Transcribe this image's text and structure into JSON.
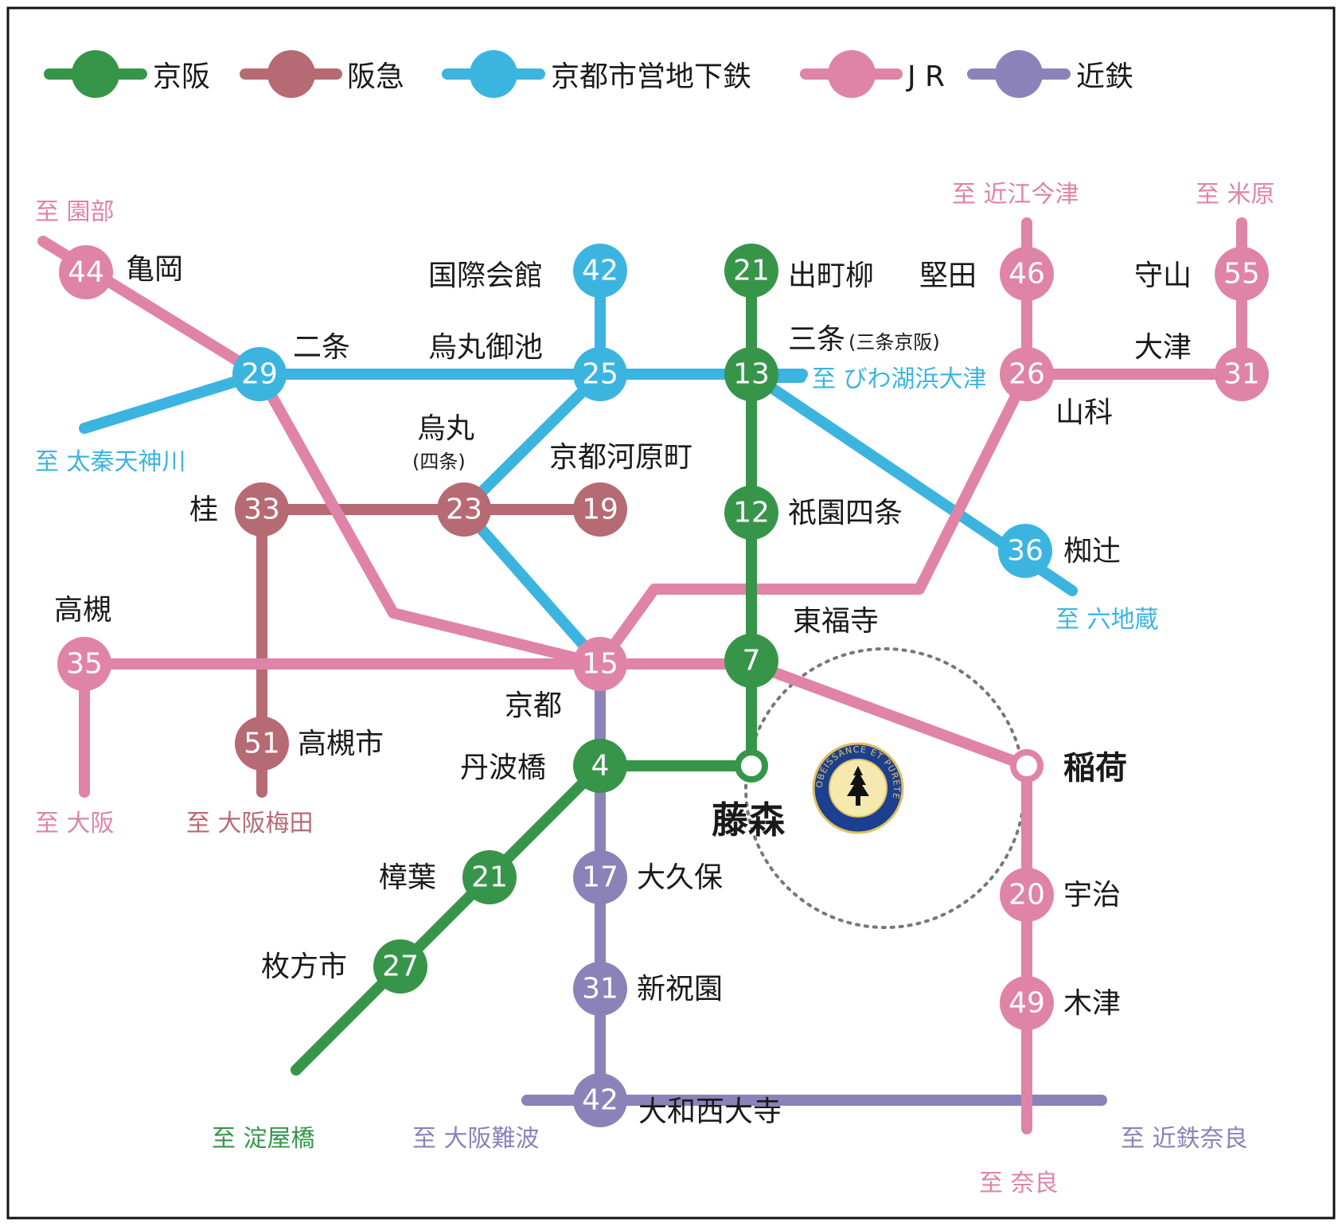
{
  "colors": {
    "keihan": "#37954a",
    "hankyu": "#b66a73",
    "subway": "#3cb4e0",
    "jr": "#df84a7",
    "kintetsu": "#8b82b9",
    "emblem_blue": "#1d3f8f",
    "emblem_gold": "#e0c060"
  },
  "legend": [
    {
      "label": "京阪",
      "line": "keihan"
    },
    {
      "label": "阪急",
      "line": "hankyu"
    },
    {
      "label": "京都市営地下鉄",
      "line": "subway"
    },
    {
      "label": "J R",
      "line": "jr"
    },
    {
      "label": "近鉄",
      "line": "kintetsu"
    }
  ],
  "stations": {
    "kameoka": {
      "name": "亀岡",
      "minutes": "44"
    },
    "kokusaikaikan": {
      "name": "国際会館",
      "minutes": "42"
    },
    "demachiyanagi": {
      "name": "出町柳",
      "minutes": "21"
    },
    "katata": {
      "name": "堅田",
      "minutes": "46"
    },
    "moriyama": {
      "name": "守山",
      "minutes": "55"
    },
    "nijo": {
      "name": "二条",
      "minutes": "29"
    },
    "karasumaoike": {
      "name": "烏丸御池",
      "minutes": "25"
    },
    "sanjo": {
      "name": "三条",
      "note": "(三条京阪)",
      "minutes": "13"
    },
    "yamashina": {
      "name": "山科",
      "minutes": "26"
    },
    "otsu": {
      "name": "大津",
      "minutes": "31"
    },
    "karasuma": {
      "name": "烏丸",
      "note": "(四条)",
      "minutes": "23"
    },
    "kawaramachi": {
      "name": "京都河原町",
      "minutes": "19"
    },
    "katsura": {
      "name": "桂",
      "minutes": "33"
    },
    "gionshijo": {
      "name": "祇園四条",
      "minutes": "12"
    },
    "nagitsuji": {
      "name": "椥辻",
      "minutes": "36"
    },
    "takatsuki": {
      "name": "高槻",
      "minutes": "35"
    },
    "kyoto": {
      "name": "京都",
      "minutes": "15"
    },
    "tofukuji": {
      "name": "東福寺",
      "minutes": "7"
    },
    "takatsukishi": {
      "name": "高槻市",
      "minutes": "51"
    },
    "tanbabashi": {
      "name": "丹波橋",
      "minutes": "4"
    },
    "fujinomori": {
      "name": "藤森"
    },
    "inari": {
      "name": "稲荷"
    },
    "kuzuha": {
      "name": "樟葉",
      "minutes": "21"
    },
    "okubo": {
      "name": "大久保",
      "minutes": "17"
    },
    "uji": {
      "name": "宇治",
      "minutes": "20"
    },
    "hirakatashi": {
      "name": "枚方市",
      "minutes": "27"
    },
    "shinhosono": {
      "name": "新祝園",
      "minutes": "31"
    },
    "kizu": {
      "name": "木津",
      "minutes": "49"
    },
    "yamatosaidaiji": {
      "name": "大和西大寺",
      "minutes": "42"
    }
  },
  "directions": {
    "sonobe": "至 園部",
    "omiimazu": "至 近江今津",
    "maibara": "至 米原",
    "biwako": "至 びわ湖浜大津",
    "uzumasa": "至 太秦天神川",
    "rokujizo": "至 六地蔵",
    "osaka": "至 大阪",
    "osakaumeda": "至 大阪梅田",
    "yodoyabashi": "至 淀屋橋",
    "osakanamba": "至 大阪難波",
    "kintetsunara": "至 近鉄奈良",
    "nara": "至 奈良"
  },
  "emblem": {
    "motto": "OBEISSANCE ET PURETE"
  }
}
